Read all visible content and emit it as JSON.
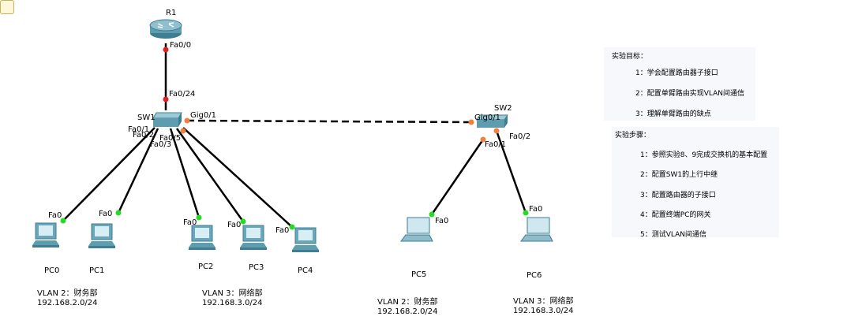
{
  "devices": {
    "router": {
      "name": "R1",
      "port": "Fa0/0"
    },
    "sw1": {
      "name": "SW1",
      "ports": {
        "uplink": "Fa0/24",
        "trunk": "Gig0/1",
        "p1": "Fa0/1",
        "p2": "Fa0/2",
        "p3": "Fa0/3",
        "p5": "Fa0/5"
      }
    },
    "sw2": {
      "name": "SW2",
      "ports": {
        "trunk": "Gig0/1",
        "p1": "Fa0/1",
        "p2": "Fa0/2"
      }
    },
    "pcs": [
      {
        "name": "PC0",
        "port": "Fa0"
      },
      {
        "name": "PC1",
        "port": "Fa0"
      },
      {
        "name": "PC2",
        "port": "Fa0"
      },
      {
        "name": "PC3",
        "port": "Fa0"
      },
      {
        "name": "PC4",
        "port": "Fa0"
      },
      {
        "name": "PC5",
        "port": "Fa0"
      },
      {
        "name": "PC6",
        "port": "Fa0"
      }
    ]
  },
  "vlans": [
    {
      "line1": "VLAN 2：财务部",
      "line2": "192.168.2.0/24"
    },
    {
      "line1": "VLAN 3：网络部",
      "line2": "192.168.3.0/24"
    },
    {
      "line1": "VLAN 2：财务部",
      "line2": "192.168.2.0/24"
    },
    {
      "line1": "VLAN 3：网络部",
      "line2": "192.168.3.0/24"
    }
  ],
  "goals": {
    "title": "实验目标：",
    "items": [
      "1：学会配置路由器子接口",
      "2：配置单臂路由实现VLAN间通信",
      "3：理解单臂路由的缺点"
    ]
  },
  "steps": {
    "title": "实验步骤：",
    "items": [
      "1：参照实验8、9完成交换机的基本配置",
      "2：配置SW1的上行中继",
      "3：配置路由器的子接口",
      "4：配置终端PC的网关",
      "5：测试VLAN间通信"
    ]
  },
  "colors": {
    "link_up": "#22dd22",
    "link_down": "#e02020",
    "link_pending": "#f08040",
    "device": "#5e9cb0"
  }
}
